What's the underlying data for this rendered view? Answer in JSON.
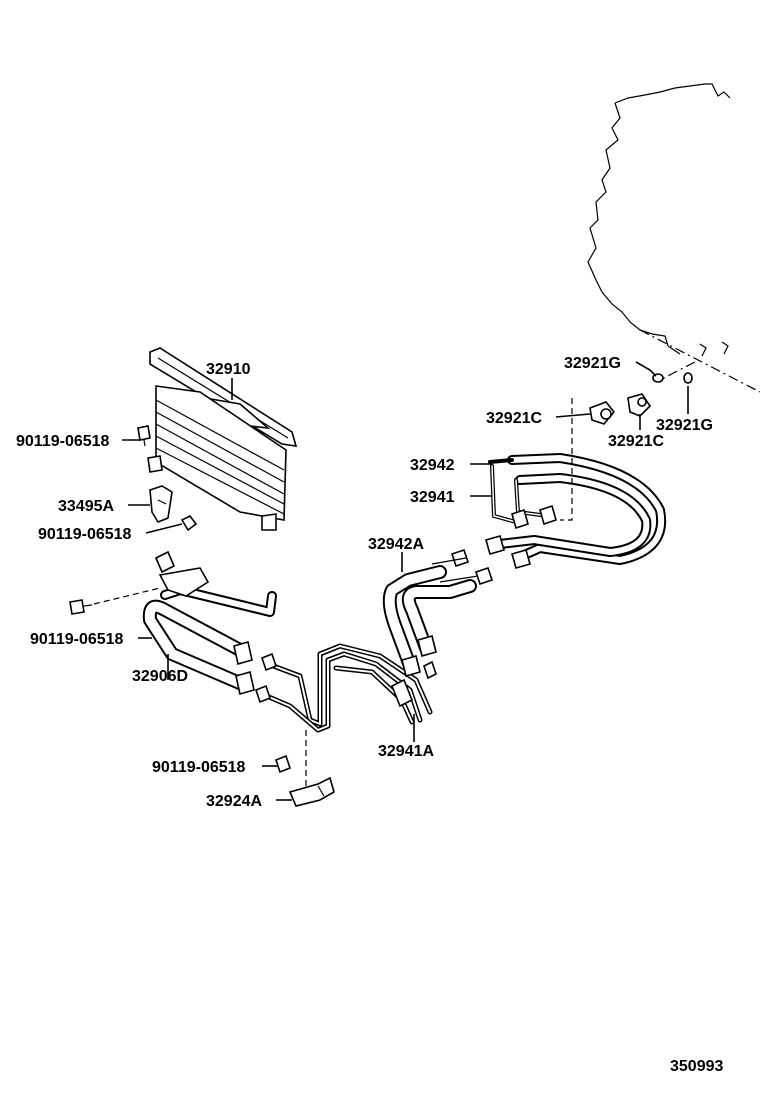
{
  "diagram_id": "350993",
  "labels": {
    "cooler": "32910",
    "bolt_cooler": "90119-06518",
    "bracket_cooler": "33495A",
    "bolt_bracket": "90119-06518",
    "bolt_hose": "90119-06518",
    "hose": "32906D",
    "bolt_clamp": "90119-06518",
    "clamp": "32924A",
    "gasket_top": "32921G",
    "union_left": "32921C",
    "gasket_right": "32921G",
    "union_right": "32921C",
    "tube_upper": "32942",
    "tube_lower": "32941",
    "tube_mid": "32942A",
    "tube_bottom": "32941A"
  }
}
